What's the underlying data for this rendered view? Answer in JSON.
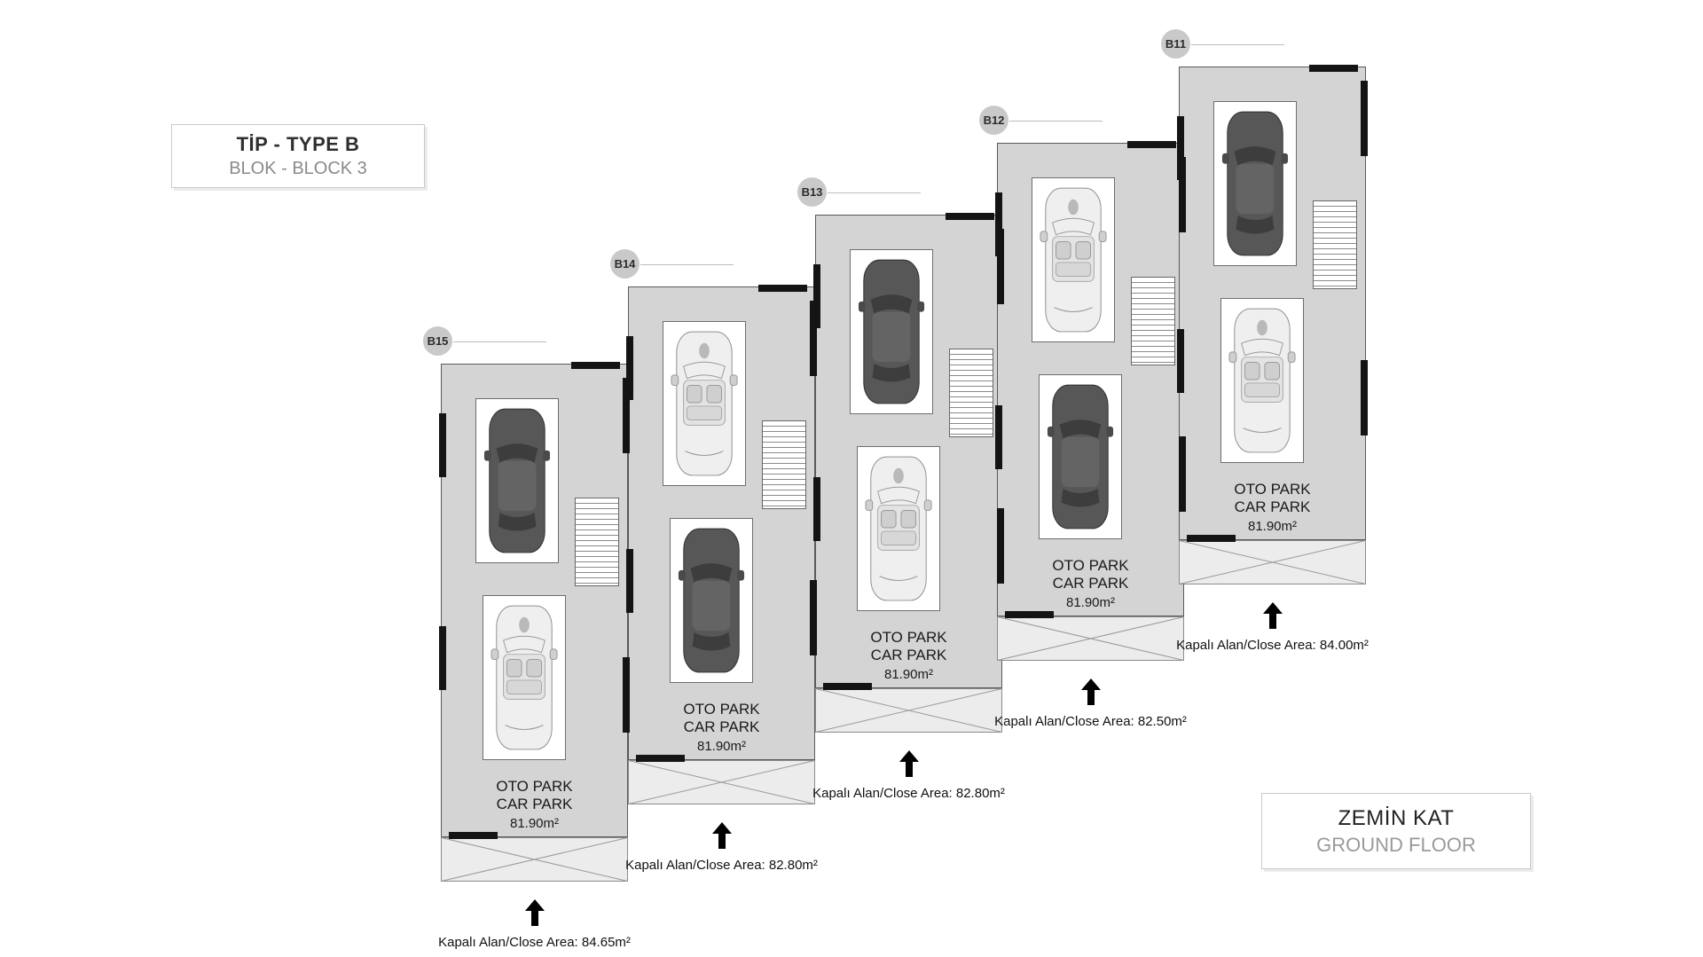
{
  "title_box": {
    "line1": "TİP - TYPE B",
    "line2": "BLOK - BLOCK 3"
  },
  "floor_box": {
    "line1": "ZEMİN KAT",
    "line2": "GROUND FLOOR"
  },
  "park": {
    "line1": "OTO PARK",
    "line2": "CAR PARK"
  },
  "units": [
    {
      "id": "B15",
      "area": "81.90m²",
      "close_area": "Kapalı Alan/Close Area: 84.65m²",
      "car_top": "#car-dark",
      "car_bottom": "#car-light"
    },
    {
      "id": "B14",
      "area": "81.90m²",
      "close_area": "Kapalı Alan/Close Area: 82.80m²",
      "car_top": "#car-light",
      "car_bottom": "#car-dark"
    },
    {
      "id": "B13",
      "area": "81.90m²",
      "close_area": "Kapalı Alan/Close Area: 82.80m²",
      "car_top": "#car-dark",
      "car_bottom": "#car-light"
    },
    {
      "id": "B12",
      "area": "81.90m²",
      "close_area": "Kapalı Alan/Close Area: 82.50m²",
      "car_top": "#car-light",
      "car_bottom": "#car-dark"
    },
    {
      "id": "B11",
      "area": "81.90m²",
      "close_area": "Kapalı Alan/Close Area: 84.00m²",
      "car_top": "#car-dark",
      "car_bottom": "#car-light"
    }
  ],
  "icons": {
    "car_dark": "car-top-view-dark",
    "car_light": "car-top-view-light",
    "arrow": "entrance-arrow-up",
    "stairs": "staircase",
    "hatch": "driveway-cross-hatch"
  },
  "colors": {
    "floor_fill": "#d4d4d4",
    "wall": "#141414",
    "badge": "#c9c9c9",
    "hatch_fill": "#ececec",
    "hatch_line": "#9a9a9a",
    "title_text": "#2e2e2e",
    "subtitle_text": "#8a8a8a"
  }
}
